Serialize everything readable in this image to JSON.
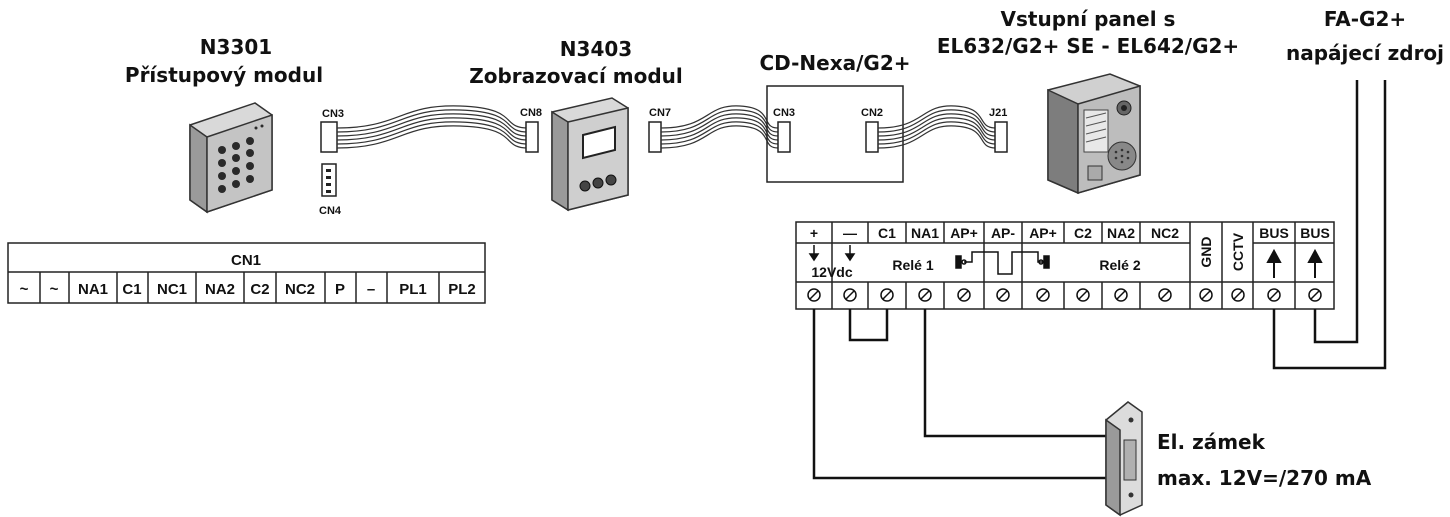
{
  "devices": {
    "n3301": {
      "code": "N3301",
      "name": "Přístupový modul"
    },
    "n3403": {
      "code": "N3403",
      "name": "Zobrazovací modul"
    },
    "cd_nexa": {
      "name": "CD-Nexa/G2+"
    },
    "panel": {
      "line1": "Vstupní panel s",
      "line2": "EL632/G2+ SE - EL642/G2+"
    },
    "psu": {
      "line1": "FA-G2+",
      "line2": "napájecí zdroj"
    }
  },
  "connectors": {
    "cn3_access": "CN3",
    "cn4_access": "CN4",
    "cn8_display": "CN8",
    "cn7_display": "CN7",
    "cn3_nexa": "CN3",
    "cn2_nexa": "CN2",
    "j21_panel": "J21"
  },
  "cn1_table": {
    "title": "CN1",
    "cells": [
      "~",
      "~",
      "NA1",
      "C1",
      "NC1",
      "NA2",
      "C2",
      "NC2",
      "P",
      "–",
      "PL1",
      "PL2"
    ]
  },
  "terminal_block": {
    "plus": "+",
    "minus": "—",
    "voltage": "12Vdc",
    "c1": "C1",
    "na1": "NA1",
    "ap_plus_1": "AP+",
    "ap_minus": "AP-",
    "ap_plus_2": "AP+",
    "c2": "C2",
    "na2": "NA2",
    "nc2": "NC2",
    "rele1": "Relé 1",
    "rele2": "Relé 2",
    "gnd": "GND",
    "cctv": "CCTV",
    "bus1": "BUS",
    "bus2": "BUS"
  },
  "lock": {
    "line1": "El. zámek",
    "line2": "max. 12V=/270 mA"
  }
}
